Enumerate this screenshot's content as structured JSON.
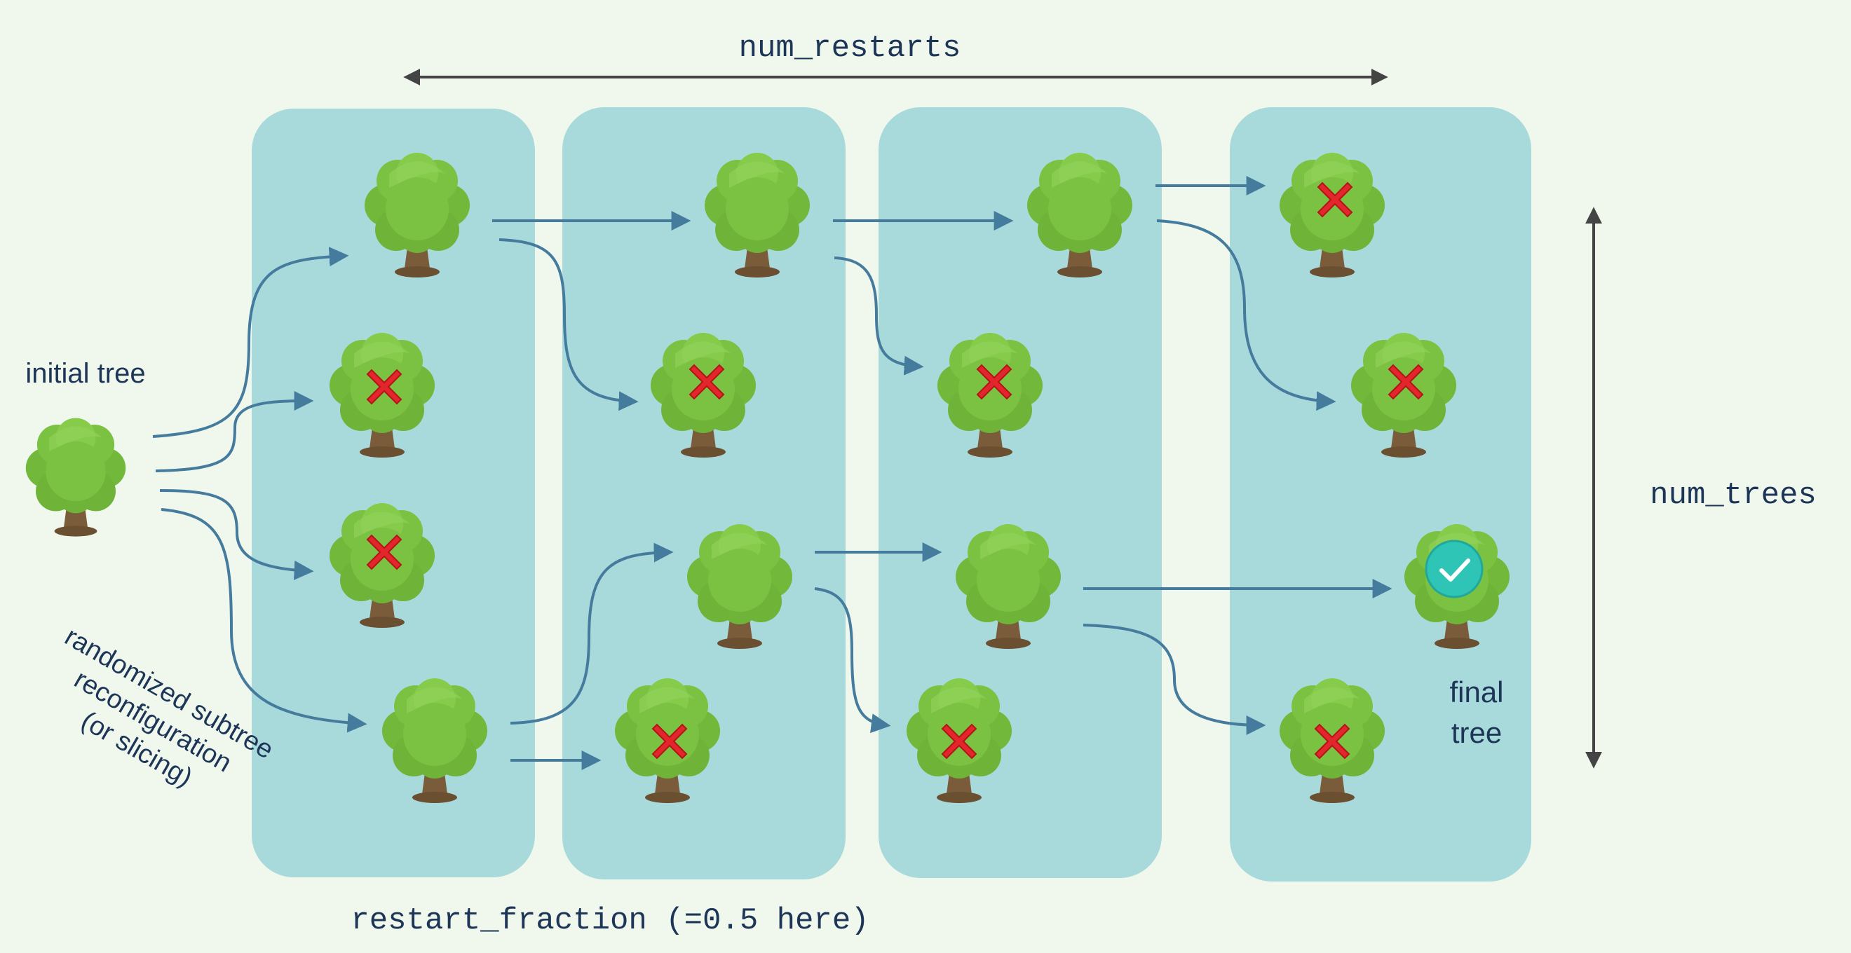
{
  "labels": {
    "num_restarts": "num_restarts",
    "num_trees": "num_trees",
    "restart_fraction": "restart_fraction (=0.5 here)",
    "initial_tree": "initial tree",
    "randomized_lines": [
      "randomized subtree",
      "reconfiguration",
      "(or slicing)"
    ],
    "final_tree_lines": [
      "final",
      "tree"
    ]
  },
  "colors": {
    "background": "#f0f8ee",
    "column": "#a8dadc",
    "arrow": "#457b9d",
    "dim_arrow": "#444444",
    "text": "#1d3557",
    "foliage": "#7cc242",
    "foliage_dark": "#5fa52e",
    "trunk": "#7a5c3a",
    "cross": "#e3262b",
    "check_badge": "#2ec4b6"
  },
  "trees": [
    {
      "id": "initial",
      "status": "normal"
    },
    {
      "id": "c1r1",
      "status": "normal"
    },
    {
      "id": "c1r2",
      "status": "rejected"
    },
    {
      "id": "c1r3",
      "status": "rejected"
    },
    {
      "id": "c1r4",
      "status": "normal"
    },
    {
      "id": "c2r1",
      "status": "normal"
    },
    {
      "id": "c2r2",
      "status": "rejected"
    },
    {
      "id": "c2r3",
      "status": "normal"
    },
    {
      "id": "c2r4",
      "status": "rejected"
    },
    {
      "id": "c3r1",
      "status": "normal"
    },
    {
      "id": "c3r2",
      "status": "rejected"
    },
    {
      "id": "c3r3",
      "status": "normal"
    },
    {
      "id": "c3r4",
      "status": "rejected"
    },
    {
      "id": "c4r1",
      "status": "rejected"
    },
    {
      "id": "c4r2",
      "status": "rejected"
    },
    {
      "id": "c4r3",
      "status": "best"
    },
    {
      "id": "c4r4",
      "status": "rejected"
    }
  ],
  "icons": {
    "tree": "tree-icon",
    "rejected": "red-cross-icon",
    "best": "check-circle-icon"
  }
}
